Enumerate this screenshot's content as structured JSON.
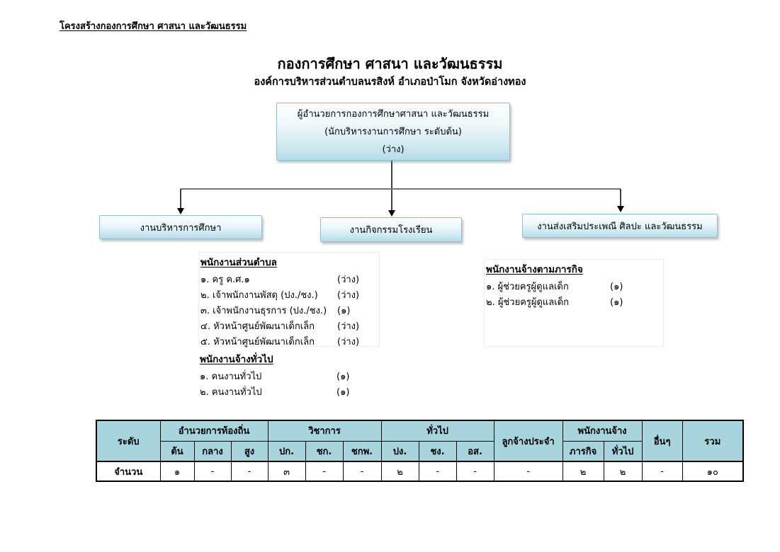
{
  "page": {
    "doc_heading": "โครงสร้างกองการศึกษา ศาสนา และวัฒนธรรม",
    "title": "กองการศึกษา ศาสนา และวัฒนธรรม",
    "subtitle": "องค์การบริหารส่วนตำบลนรสิงห์ อำเภอป่าโมก จังหวัดอ่างทอง"
  },
  "org_chart": {
    "root_box": {
      "line1": "ผู้อำนวยการกองการศึกษาศาสนา และวัฒนธรรม",
      "line2": "(นักบริหารงานการศึกษา ระดับต้น)",
      "line3": "(ว่าง)"
    },
    "division_boxes": [
      {
        "label": "งานบริหารการศึกษา"
      },
      {
        "label": "งานกิจกรรมโรงเรียน"
      },
      {
        "label": "งานส่งเสริมประเพณี ศิลปะ และวัฒนธรรม"
      }
    ]
  },
  "staff_lists": {
    "municipal_employees": {
      "heading": "พนักงานส่วนตำบล",
      "items": [
        {
          "name": "๑. ครู ค.ศ.๑",
          "count": "(ว่าง)"
        },
        {
          "name": "๒. เจ้าพนักงานพัสดุ (ปง./ชง.)",
          "count": "(ว่าง)"
        },
        {
          "name": "๓. เจ้าพนักงานธุรการ (ปง./ชง.)",
          "count": "(๑)"
        },
        {
          "name": "๔. หัวหน้าศูนย์พัฒนาเด็กเล็ก",
          "count": "(ว่าง)"
        },
        {
          "name": "๕. หัวหน้าศูนย์พัฒนาเด็กเล็ก",
          "count": "(ว่าง)"
        }
      ]
    },
    "general_hires": {
      "heading": "พนักงานจ้างทั่วไป",
      "items": [
        {
          "name": "๑. คนงานทั่วไป",
          "count": "(๑)"
        },
        {
          "name": "๒. คนงานทั่วไป",
          "count": "(๑)"
        }
      ]
    },
    "mission_hires": {
      "heading": "พนักงานจ้างตามภารกิจ",
      "items": [
        {
          "name": "๑. ผู้ช่วยครูผู้ดูแลเด็ก",
          "count": "(๑)"
        },
        {
          "name": "๒. ผู้ช่วยครูผู้ดูแลเด็ก",
          "count": "(๑)"
        }
      ]
    }
  },
  "summary_table": {
    "header": {
      "level_label": "ระดับ",
      "groups": [
        {
          "label": "อำนวยการท้องถิ่น",
          "subs": [
            "ต้น",
            "กลาง",
            "สูง"
          ]
        },
        {
          "label": "วิชาการ",
          "subs": [
            "ปก.",
            "ชก.",
            "ชกพ."
          ]
        },
        {
          "label": "ทั่วไป",
          "subs": [
            "ปง.",
            "ชง.",
            "อส."
          ]
        },
        {
          "label": "ลูกจ้างประจำ",
          "subs": []
        },
        {
          "label": "พนักงานจ้าง",
          "subs": [
            "ภารกิจ",
            "ทั่วไป"
          ]
        },
        {
          "label": "อื่นๆ",
          "subs": []
        },
        {
          "label": "รวม",
          "subs": []
        }
      ]
    },
    "row": {
      "label": "จำนวน",
      "values": [
        "๑",
        "-",
        "-",
        "๓",
        "-",
        "-",
        "๒",
        "-",
        "-",
        "-",
        "๒",
        "๒",
        "-",
        "๑๐"
      ]
    }
  },
  "colors": {
    "table_header_bg": "#a8d4de",
    "box_gradient_top": "#fdffff",
    "box_gradient_bottom": "#b5dce9",
    "box_border": "#8fbfd0",
    "connector_horizontal": "#767676",
    "connector_vertical": "#000000"
  }
}
